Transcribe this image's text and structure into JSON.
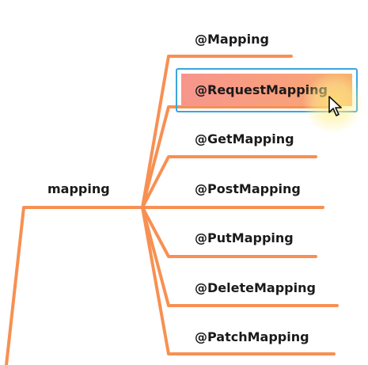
{
  "mindmap": {
    "root": {
      "label": "mapping"
    },
    "branches": [
      {
        "label": "@Mapping"
      },
      {
        "label": "@RequestMapping",
        "highlighted": true
      },
      {
        "label": "@GetMapping"
      },
      {
        "label": "@PostMapping"
      },
      {
        "label": "@PutMapping"
      },
      {
        "label": "@DeleteMapping"
      },
      {
        "label": "@PatchMapping"
      }
    ]
  },
  "colors": {
    "line": "#f79052",
    "highlight_fill": "#f7958c",
    "highlight_border": "#3aa6dd",
    "text": "#1a1a1a"
  },
  "icons": {
    "cursor": "mouse-pointer-icon"
  }
}
